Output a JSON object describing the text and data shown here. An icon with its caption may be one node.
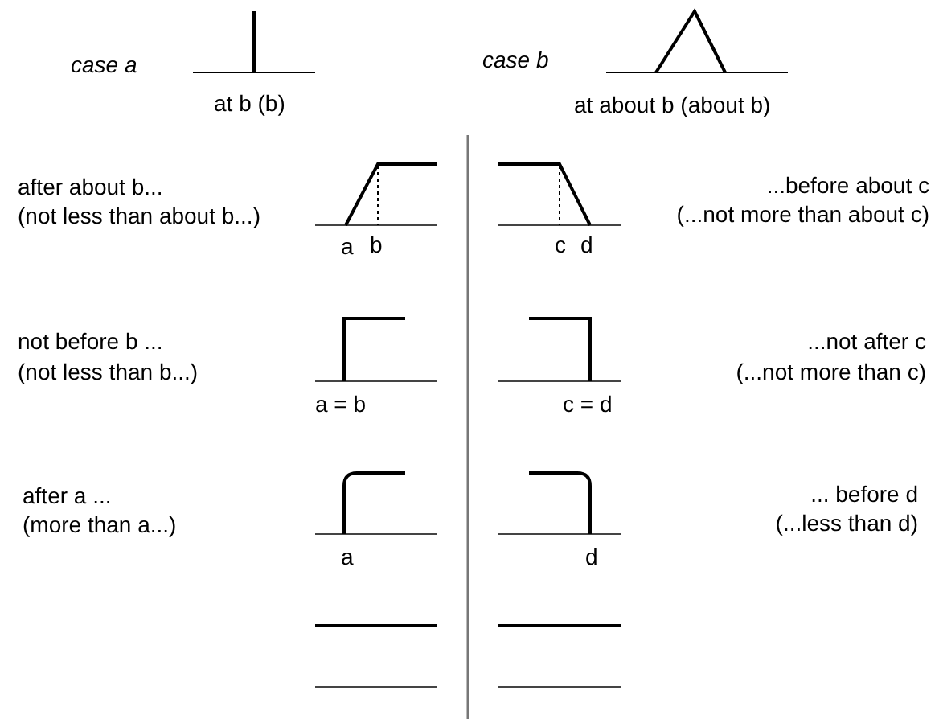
{
  "diagram": {
    "labels": [
      "case a",
      "case b",
      "at b (b)",
      "at about b (about b)",
      "after about b...",
      "...before about c",
      "(not less than about b...)",
      "(...not more than about c)",
      "a",
      "b",
      "c",
      "d",
      "not before b ...",
      "...not after c",
      "(not less than b...)",
      "(...not more than c)",
      "a = b",
      "c = d",
      "after a ...",
      "... before d",
      "(more than a...)",
      "(...less than d)",
      "a",
      "d"
    ]
  }
}
